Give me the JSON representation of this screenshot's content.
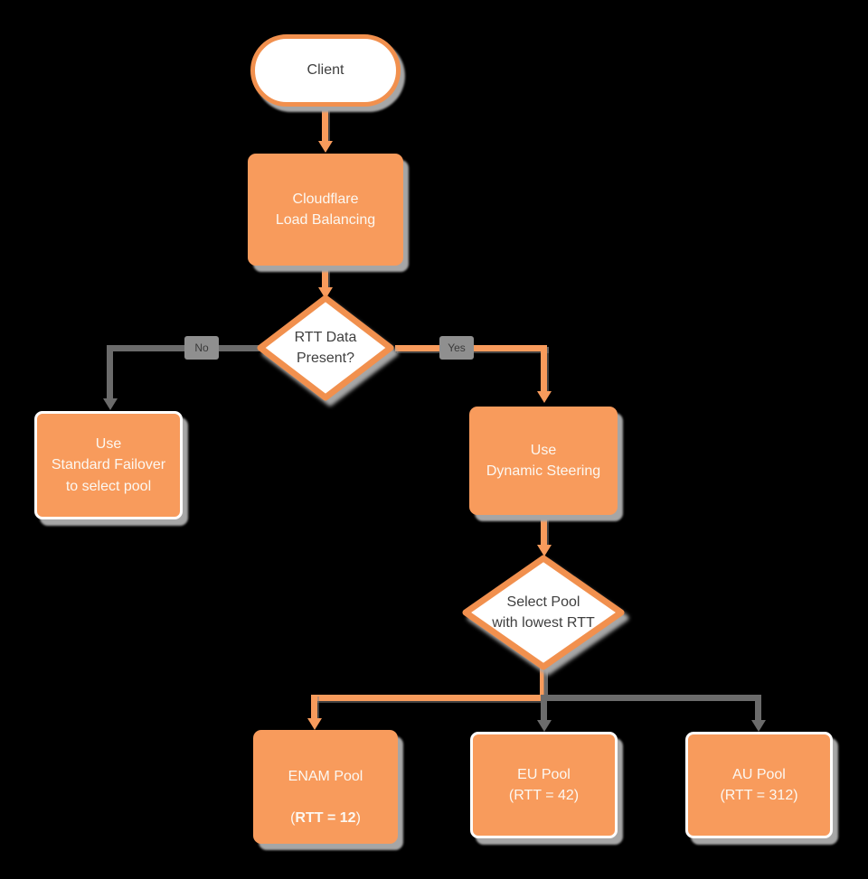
{
  "diagram": {
    "type": "flowchart",
    "topic": "Cloudflare Load Balancing pool selection by RTT"
  },
  "colors": {
    "background": "#000000",
    "node_fill_orange": "#F89B5C",
    "shape_border_orange": "#F1904E",
    "connector_gray": "#6B6B6B",
    "shadow_gray": "#A6A6A6",
    "edge_label_bg": "#8F8F8F",
    "text_dark": "#3F3F3F",
    "text_light": "#FCF8F2"
  },
  "nodes": {
    "client": {
      "label": "Client"
    },
    "load_balancer": {
      "label": "Cloudflare\nLoad Balancing"
    },
    "rtt_decision": {
      "label": "RTT Data\nPresent?"
    },
    "standard_failover": {
      "label": "Use\nStandard Failover\nto select pool"
    },
    "dynamic_steering": {
      "label": "Use\nDynamic Steering"
    },
    "pool_decision": {
      "label": "Select Pool\nwith lowest RTT"
    },
    "enam_pool": {
      "line1": "ENAM Pool",
      "paren_open": "(",
      "rtt_bold": "RTT = 12",
      "paren_close": ")"
    },
    "eu_pool": {
      "label": "EU Pool\n(RTT = 42)"
    },
    "au_pool": {
      "label": "AU Pool\n(RTT = 312)"
    }
  },
  "edges": {
    "no_label": "No",
    "yes_label": "Yes"
  }
}
